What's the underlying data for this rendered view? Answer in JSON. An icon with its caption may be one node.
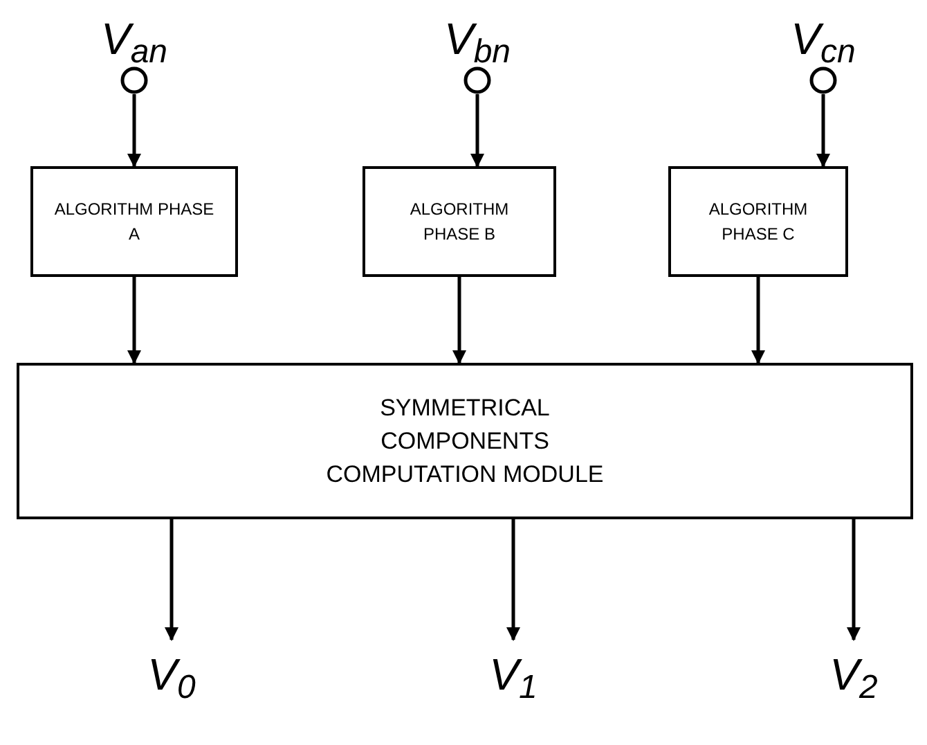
{
  "diagram": {
    "nodes": [
      {
        "text": [
          "V$_{an}$"
        ]
      },
      {
        "text": [
          "V$_{bn}$"
        ]
      },
      {
        "text": [
          "V$_{cn}$"
        ]
      },
      {
        "text": [
          "ALGORITHM PHASE A"
        ]
      },
      {
        "text": [
          "ALGORITHM PHASE B"
        ]
      },
      {
        "text": [
          "ALGORITHM PHASE C"
        ]
      },
      {
        "text": [
          "SYMMETRICAL COMPONENTS COMPUTATION MODULE"
        ]
      },
      {
        "text": [
          "V$_{0}$"
        ]
      },
      {
        "text": [
          "V$_{1}$"
        ]
      },
      {
        "text": [
          "V$_{2}$"
        ]
      }
    ],
    "edges": [
      {
        "from": 0,
        "to": 3,
        "arrow": "to"
      },
      {
        "from": 1,
        "to": 4,
        "arrow": "to"
      },
      {
        "from": 2,
        "to": 5,
        "arrow": "to"
      },
      {
        "from": 3,
        "to": 6,
        "arrow": "to"
      },
      {
        "from": 4,
        "to": 6,
        "arrow": "to"
      },
      {
        "from": 5,
        "to": 6,
        "arrow": "to"
      },
      {
        "from": 6,
        "to": 7,
        "arrow": "to"
      },
      {
        "from": 6,
        "to": 8,
        "arrow": "to"
      },
      {
        "from": 6,
        "to": 9,
        "arrow": "to"
      }
    ]
  }
}
